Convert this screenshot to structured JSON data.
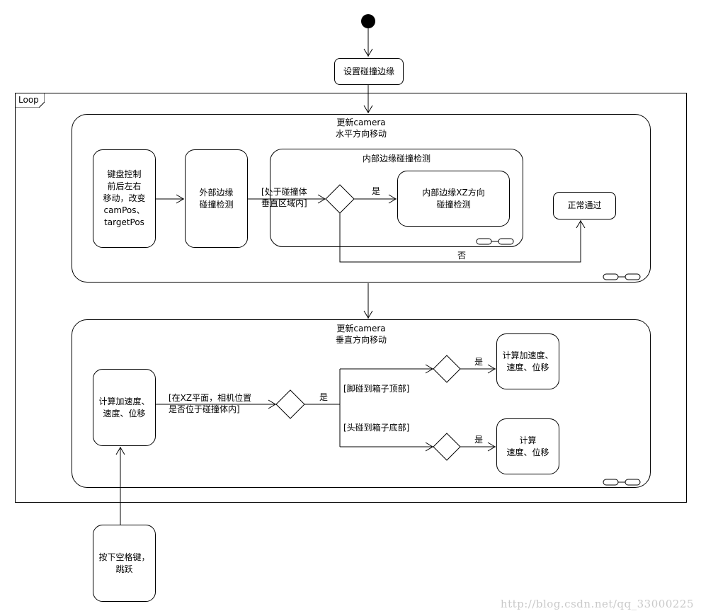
{
  "loop": {
    "label": "Loop"
  },
  "nodes": {
    "set_edge": "设置碰撞边缘",
    "keyboard": "键盘控制\n前后左右\n移动，改变\ncamPos、\ntargetPos",
    "outer_check": "外部边缘\n碰撞检测",
    "inner_xz": "内部边缘XZ方向\n碰撞检测",
    "pass": "正常通过",
    "calc_left": "计算加速度、\n速度、位移",
    "calc_top": "计算加速度、\n速度、位移",
    "calc_bottom": "计算\n速度、位移",
    "space": "按下空格键，\n跳跃"
  },
  "regions": {
    "horizontal": "更新camera\n水平方向移动",
    "inner": "内部边缘碰撞检测",
    "vertical": "更新camera\n垂直方向移动"
  },
  "labels": {
    "in_vertical": "[处于碰撞体\n垂直区域内]",
    "yes1": "是",
    "no1": "否",
    "in_xz": "[在XZ平面，相机位置\n是否位于碰撞体内]",
    "yes2": "是",
    "foot": "[脚碰到箱子顶部]",
    "head": "[头碰到箱子底部]",
    "yes3": "是",
    "yes4": "是"
  },
  "watermark": "http://blog.csdn.net/qq_33000225"
}
